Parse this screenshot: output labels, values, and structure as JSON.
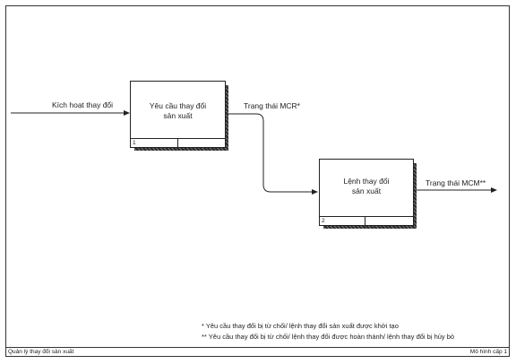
{
  "diagram": {
    "boxes": [
      {
        "title_line1": "Yêu cầu thay đổi",
        "title_line2": "sản xuất",
        "number": "1"
      },
      {
        "title_line1": "Lệnh thay đổi",
        "title_line2": "sản xuất",
        "number": "2"
      }
    ],
    "arrows": {
      "input": "Kích hoạt thay đổi",
      "middle": "Trạng thái MCR*",
      "output": "Trạng thái MCM**"
    }
  },
  "notes": {
    "note1": "* Yêu cầu thay đổi bị từ chối/ lệnh thay đổi sản xuất được khởi tạo",
    "note2": "** Yêu cầu thay đổi bị từ chối/ lệnh thay đổi được hoàn thành/ lệnh thay đổi bị hủy bỏ"
  },
  "footer": {
    "left": "Quản lý thay đổi sản xuất",
    "right": "Mô hình cấp 1"
  }
}
